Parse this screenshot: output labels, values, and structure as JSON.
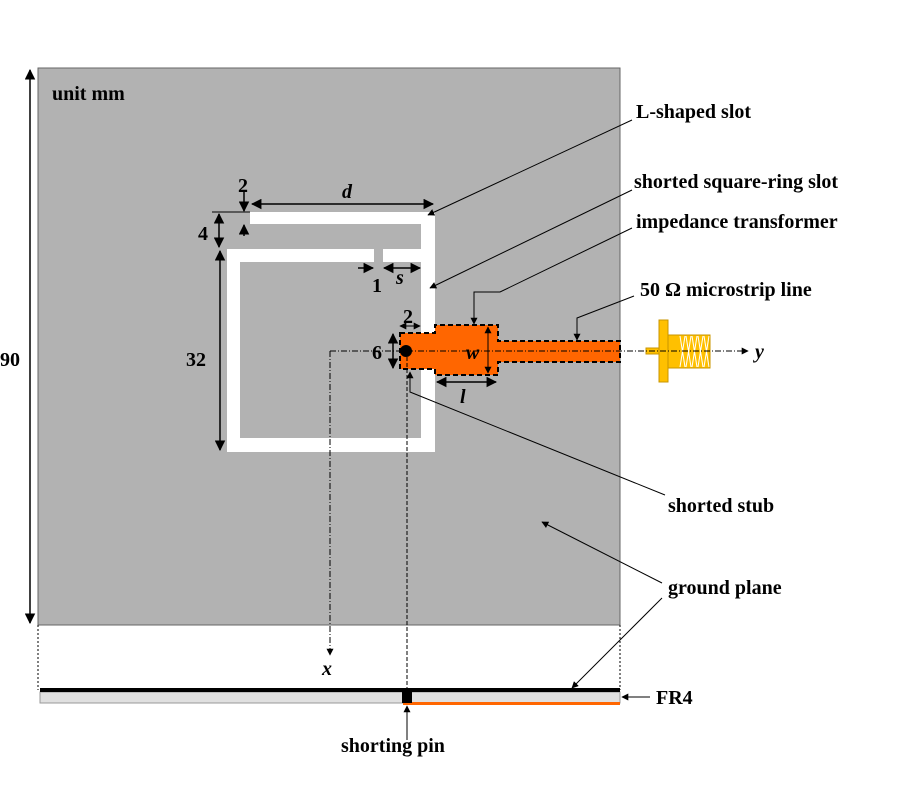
{
  "unit_label": "unit mm",
  "labels": {
    "l_slot": "L-shaped slot",
    "ring_slot": "shorted square-ring slot",
    "transformer": "impedance transformer",
    "microstrip": "50 Ω microstrip line",
    "stub": "shorted stub",
    "ground": "ground plane",
    "fr4": "FR4",
    "pin": "shorting pin"
  },
  "dimensions": {
    "board": "90",
    "ring": "32",
    "gap_top": "4",
    "slot_w": "2",
    "d": "d",
    "gap": "1",
    "s": "s",
    "stub_len": "2",
    "stub_w": "6",
    "w": "w",
    "l": "l"
  },
  "axes": {
    "x": "x",
    "y": "y"
  },
  "colors": {
    "ground": "#b2b2b2",
    "feed": "#ff6600",
    "connector": "#ffc000",
    "fr4": "#e0e0e0"
  }
}
